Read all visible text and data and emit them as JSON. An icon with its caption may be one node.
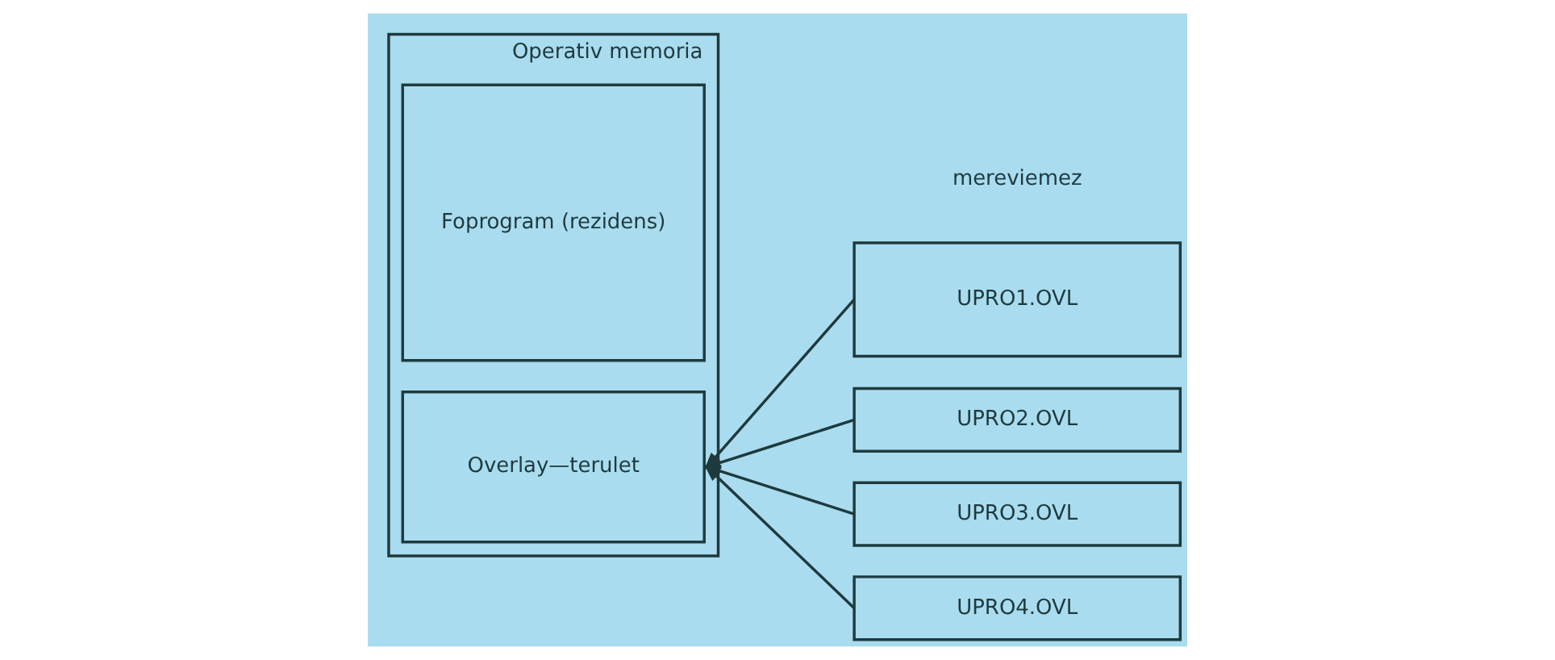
{
  "diagram": {
    "nodes": [
      {
        "text": [
          "Operativ memoria"
        ]
      },
      {
        "text": [
          "Foprogram (rezidens)"
        ],
        "in": 0
      },
      {
        "text": [
          "Overlay—terulet"
        ],
        "in": 0
      },
      {
        "text": [
          "UPRO1.OVL"
        ]
      },
      {
        "text": [
          "UPRO2.OVL"
        ]
      },
      {
        "text": [
          "UPRO3.OVL"
        ]
      },
      {
        "text": [
          "UPRO4.OVL"
        ]
      }
    ],
    "edges": [
      {
        "from": 3,
        "to": 2,
        "arrow": "to"
      },
      {
        "from": 4,
        "to": 2,
        "arrow": "to"
      },
      {
        "from": 5,
        "to": 2,
        "arrow": "to"
      },
      {
        "from": 6,
        "to": 2,
        "arrow": "to"
      }
    ],
    "labels": [
      "mereviemez"
    ]
  }
}
